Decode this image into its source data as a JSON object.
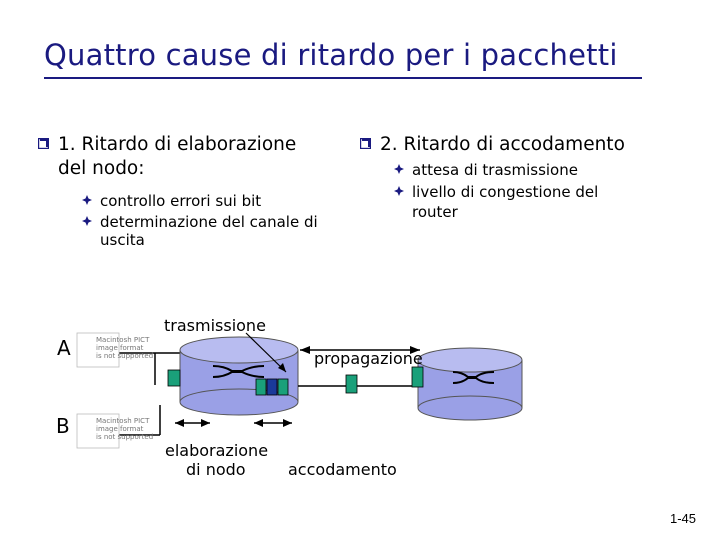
{
  "title": "Quattro cause di ritardo per i pacchetti",
  "left_col": {
    "heading_line1": "1. Ritardo di elaborazione",
    "heading_line2": "del nodo:",
    "items": [
      "controllo errori sui bit",
      "determinazione del canale di",
      "uscita"
    ]
  },
  "right_col": {
    "heading": "2. Ritardo di accodamento",
    "items": [
      "attesa di trasmissione",
      "livello di congestione del",
      "router"
    ]
  },
  "diagram": {
    "host_a": "A",
    "host_b": "B",
    "placeholder_lines": [
      "Macintosh PICT",
      "image format",
      "is not supported"
    ],
    "label_trasmissione": "trasmissione",
    "label_propagazione": "propagazione",
    "label_elaborazione_1": "elaborazione",
    "label_elaborazione_2": "di nodo",
    "label_accodamento": "accodamento"
  },
  "page_number": "1-45",
  "colors": {
    "title": "#1a1a80",
    "bullet": "#1a1a80",
    "router_fill": "#9aa0e6",
    "packet": "#1aa07a",
    "queue_packet": "#1a3a9a"
  }
}
